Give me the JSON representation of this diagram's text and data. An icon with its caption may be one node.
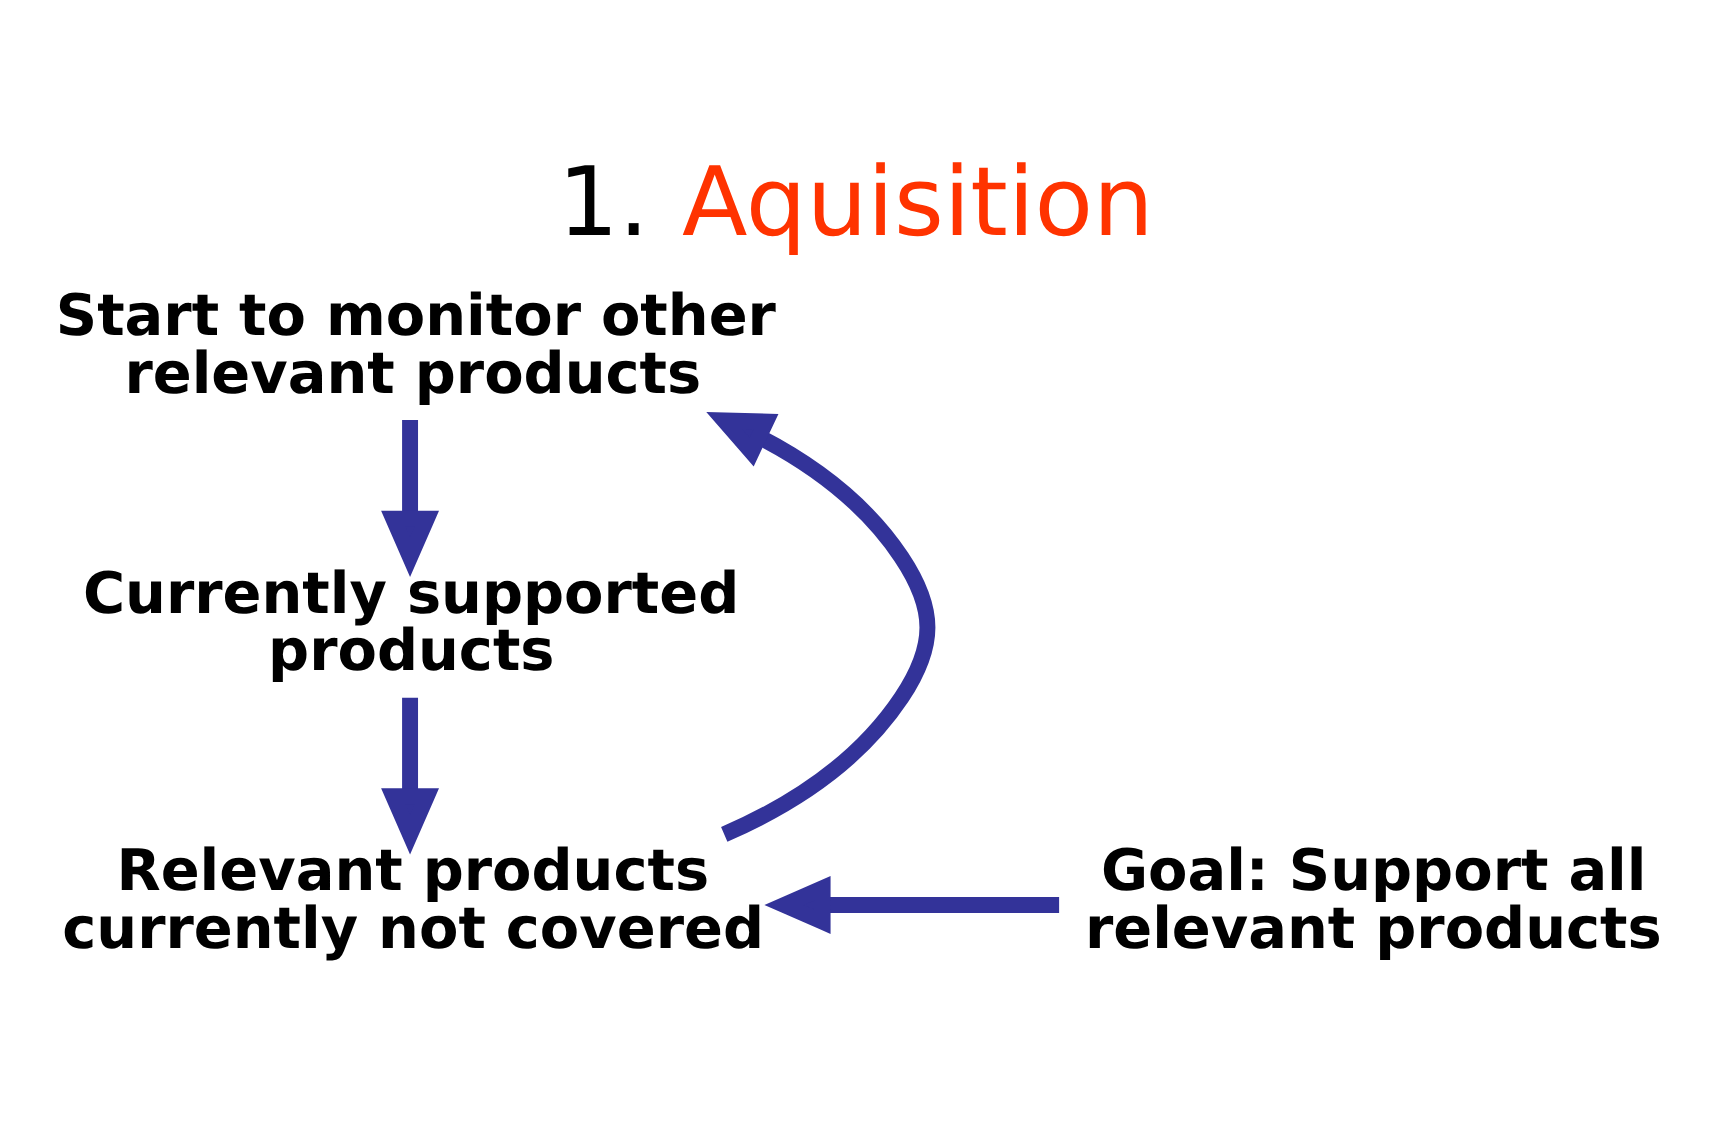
{
  "diagram": {
    "title": "1. Aquisition",
    "nodes": [
      {
        "text": [
          "Start to monitor other relevant products"
        ]
      },
      {
        "text": [
          "Currently supported products"
        ]
      },
      {
        "text": [
          "Relevant products currently not covered"
        ]
      },
      {
        "text": [
          "Goal: Support all relevant products"
        ]
      }
    ],
    "edges": [
      {
        "from": 0,
        "to": 1,
        "arrow": "to"
      },
      {
        "from": 1,
        "to": 2,
        "arrow": "to"
      },
      {
        "from": 2,
        "to": 0,
        "arrow": "to"
      },
      {
        "from": 3,
        "to": 2,
        "arrow": "to"
      }
    ]
  }
}
